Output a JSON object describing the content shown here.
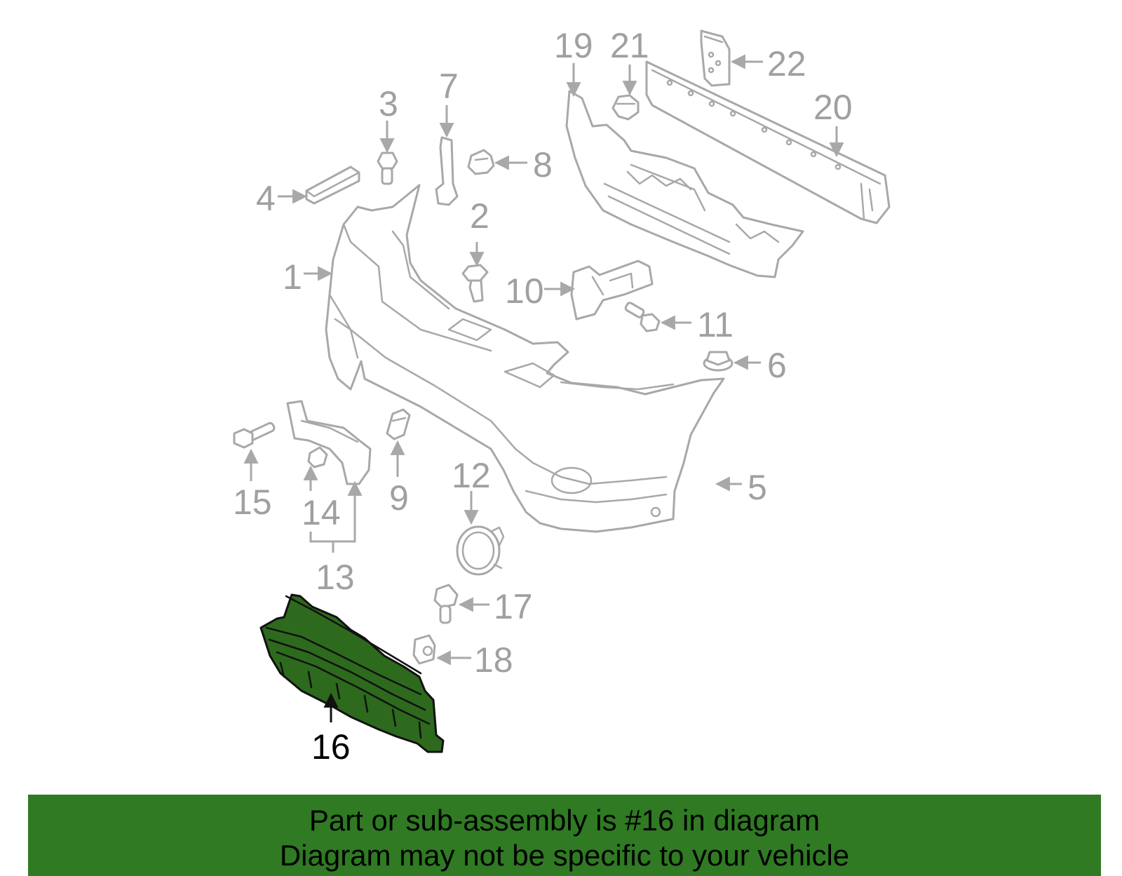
{
  "diagram": {
    "highlight_color": "#2f7a23",
    "highlighted_part": "16",
    "callouts": [
      "1",
      "2",
      "3",
      "4",
      "5",
      "6",
      "7",
      "8",
      "9",
      "10",
      "11",
      "12",
      "13",
      "14",
      "15",
      "16",
      "17",
      "18",
      "19",
      "20",
      "21",
      "22"
    ]
  },
  "footer": {
    "line1": "Part or sub-assembly is #16 in diagram",
    "line2": "Diagram may not be specific to your vehicle"
  }
}
